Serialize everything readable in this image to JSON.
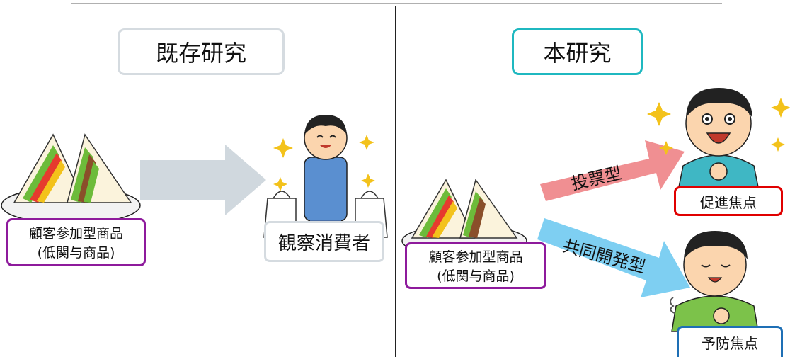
{
  "left_panel": {
    "title": "既存研究",
    "product_label_line1": "顧客参加型商品",
    "product_label_line2": "(低関与商品)",
    "consumer_label": "観察消費者"
  },
  "right_panel": {
    "title": "本研究",
    "product_label_line1": "顧客参加型商品",
    "product_label_line2": "(低関与商品)",
    "arrow_vote_label": "投票型",
    "arrow_codev_label": "共同開発型",
    "promotion_label": "促進焦点",
    "prevention_label": "予防焦点"
  },
  "colors": {
    "title_left_border": "#d5dbe0",
    "title_right_border": "#1fb8c0",
    "product_border": "#8e1a9c",
    "promotion_border": "#e00000",
    "prevention_border": "#1e6fb5",
    "grey_arrow": "#d0d8de",
    "vote_arrow": "#f08f92",
    "codev_arrow": "#7ecff2"
  }
}
